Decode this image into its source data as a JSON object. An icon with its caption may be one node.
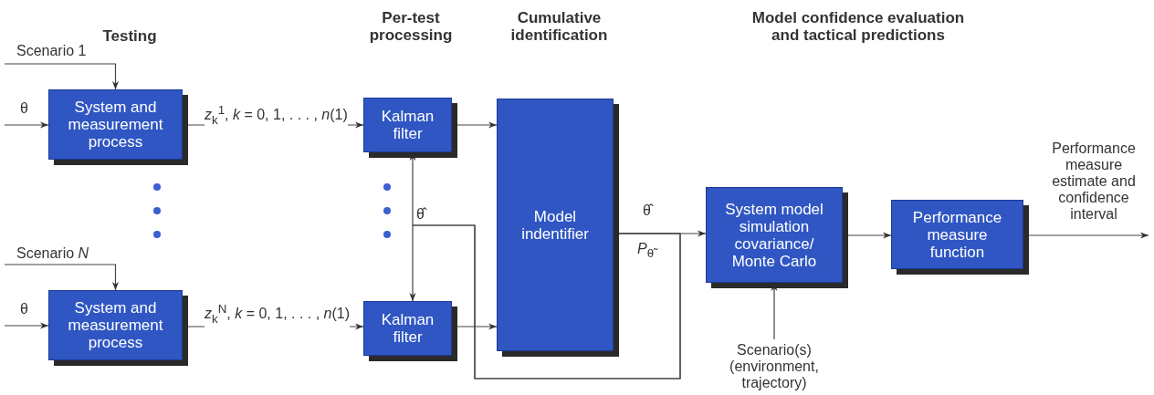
{
  "diagram": {
    "nodes": [
      {
        "text": [
          "System and measurement process"
        ]
      },
      {
        "text": [
          "System and measurement process"
        ]
      },
      {
        "text": [
          "Kalman filter"
        ]
      },
      {
        "text": [
          "Kalman filter"
        ]
      },
      {
        "text": [
          "Model indentifier"
        ]
      },
      {
        "text": [
          "System model simulation covariance/ Monte Carlo"
        ]
      },
      {
        "text": [
          "Performance measure function"
        ]
      },
      {
        "text": [
          "Scenario(s) (environment, trajectory)"
        ]
      }
    ],
    "edges": [
      {
        "from": null,
        "to": 0,
        "arrow": "to",
        "label": "Scenario 1"
      },
      {
        "from": null,
        "to": 0,
        "arrow": "to",
        "label": "θ"
      },
      {
        "from": null,
        "to": 1,
        "arrow": "to",
        "label": "Scenario *N*"
      },
      {
        "from": null,
        "to": 1,
        "arrow": "to",
        "label": "θ"
      },
      {
        "from": 0,
        "to": 2,
        "arrow": "to",
        "label": "*z*$_{k}$$^{1}$, *k* = 0, 1, . . . , *n*(1)"
      },
      {
        "from": 1,
        "to": 3,
        "arrow": "to",
        "label": "*z*$_{k}$$^{N}$, *k* = 0, 1, . . . , *n*(1)"
      },
      {
        "from": 2,
        "to": 4,
        "arrow": "to"
      },
      {
        "from": 3,
        "to": 4,
        "arrow": "to"
      },
      {
        "from": 4,
        "to": 5,
        "arrow": "to",
        "label": "θ̂"
      },
      {
        "from": 4,
        "to": 2,
        "arrow": "to",
        "label": "θ̂"
      },
      {
        "from": 4,
        "to": 3,
        "arrow": "to"
      },
      {
        "from": 7,
        "to": 5,
        "arrow": "to"
      },
      {
        "from": 5,
        "to": 6,
        "arrow": "to"
      },
      {
        "from": 6,
        "to": null,
        "arrow": "to",
        "label": "Performance measure estimate and confidence interval"
      }
    ],
    "labels": [
      "Testing",
      "Per-test processing",
      "Cumulative identification",
      "Model confidence evaluation and tactical predictions",
      "*P*$_{θ̃}$"
    ]
  }
}
